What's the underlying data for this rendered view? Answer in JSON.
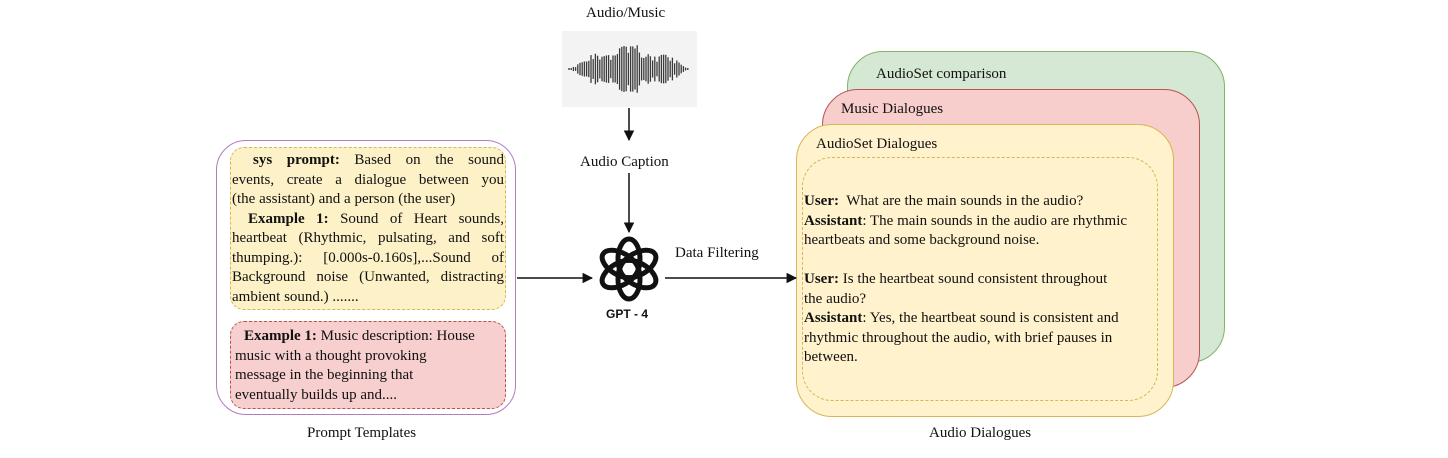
{
  "audio_music_label": "Audio/Music",
  "audio_caption_label": "Audio Caption",
  "data_filtering_label": "Data Filtering",
  "gpt_label": "GPT - 4",
  "prompt_templates_label": "Prompt Templates",
  "audio_dialogues_label": "Audio Dialogues",
  "sys_prompt": {
    "line1_bold": "sys prompt:",
    "line1_rest": " Based on the sound",
    "line2": "events, create a dialogue between you",
    "line3": "(the assistant) and a person (the user)",
    "line4_bold": "Example 1:",
    "line4_rest": " Sound of Heart sounds,",
    "line5": "heartbeat (Rhythmic, pulsating, and soft",
    "line6": "thumping.):  [0.000s-0.160s],...Sound of",
    "line7": "Background noise (Unwanted, distracting",
    "line8": "ambient sound.) ......."
  },
  "music_prompt": {
    "line1_bold": "Example 1:",
    "line1_rest": " Music description: House",
    "line2": "music with a thought provoking",
    "line3": "message in the beginning that",
    "line4": "eventually builds up and...."
  },
  "cards": {
    "green_title": "AudioSet comparison",
    "red_title": "Music Dialogues",
    "yellow_title": "AudioSet Dialogues"
  },
  "dialogue": {
    "q1_speaker": "User:",
    "q1_text": "  What are the main sounds in the audio?",
    "a1_speaker": "Assistant",
    "a1_text_l1": ": The main sounds in the audio are rhythmic",
    "a1_text_l2": "heartbeats and some background noise.",
    "q2_speaker": "User:",
    "q2_text_l1": " Is the heartbeat sound consistent throughout",
    "q2_text_l2": "the audio?",
    "a2_speaker": "Assistant",
    "a2_text_l1": ": Yes, the heartbeat sound is consistent and",
    "a2_text_l2": "rhythmic throughout the audio, with brief pauses in",
    "a2_text_l3": "between."
  },
  "colors": {
    "sys_fill": "#fdf1c7",
    "music_fill": "#f6cfce",
    "green_card": "#d5e8d4",
    "red_card": "#f8cecc",
    "yellow_card": "#fff2cc",
    "outer_border": "#b57abf"
  },
  "icons": [
    "waveform-image",
    "openai-logo-icon"
  ]
}
